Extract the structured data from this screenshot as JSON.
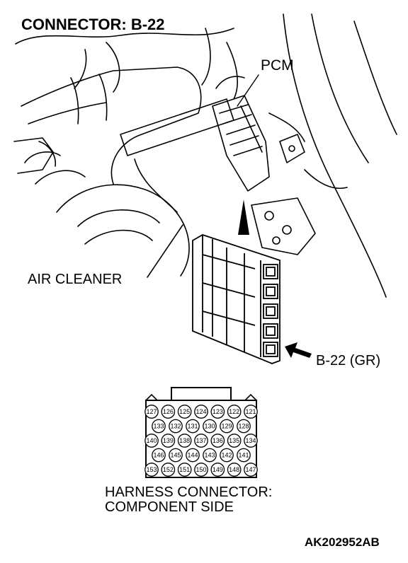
{
  "title": "CONNECTOR: B-22",
  "labels": {
    "pcm": "PCM",
    "air_cleaner": "AIR CLEANER",
    "connector_ref": "B-22 (GR)"
  },
  "harness": {
    "line1": "HARNESS CONNECTOR:",
    "line2": "COMPONENT SIDE"
  },
  "pin_rows": [
    [
      "127",
      "126",
      "125",
      "124",
      "123",
      "122",
      "121"
    ],
    [
      "133",
      "132",
      "131",
      "130",
      "129",
      "128"
    ],
    [
      "140",
      "139",
      "138",
      "137",
      "136",
      "135",
      "134"
    ],
    [
      "146",
      "145",
      "144",
      "143",
      "142",
      "141"
    ],
    [
      "153",
      "152",
      "151",
      "150",
      "149",
      "148",
      "147"
    ]
  ],
  "figure_code": "AK202952AB"
}
